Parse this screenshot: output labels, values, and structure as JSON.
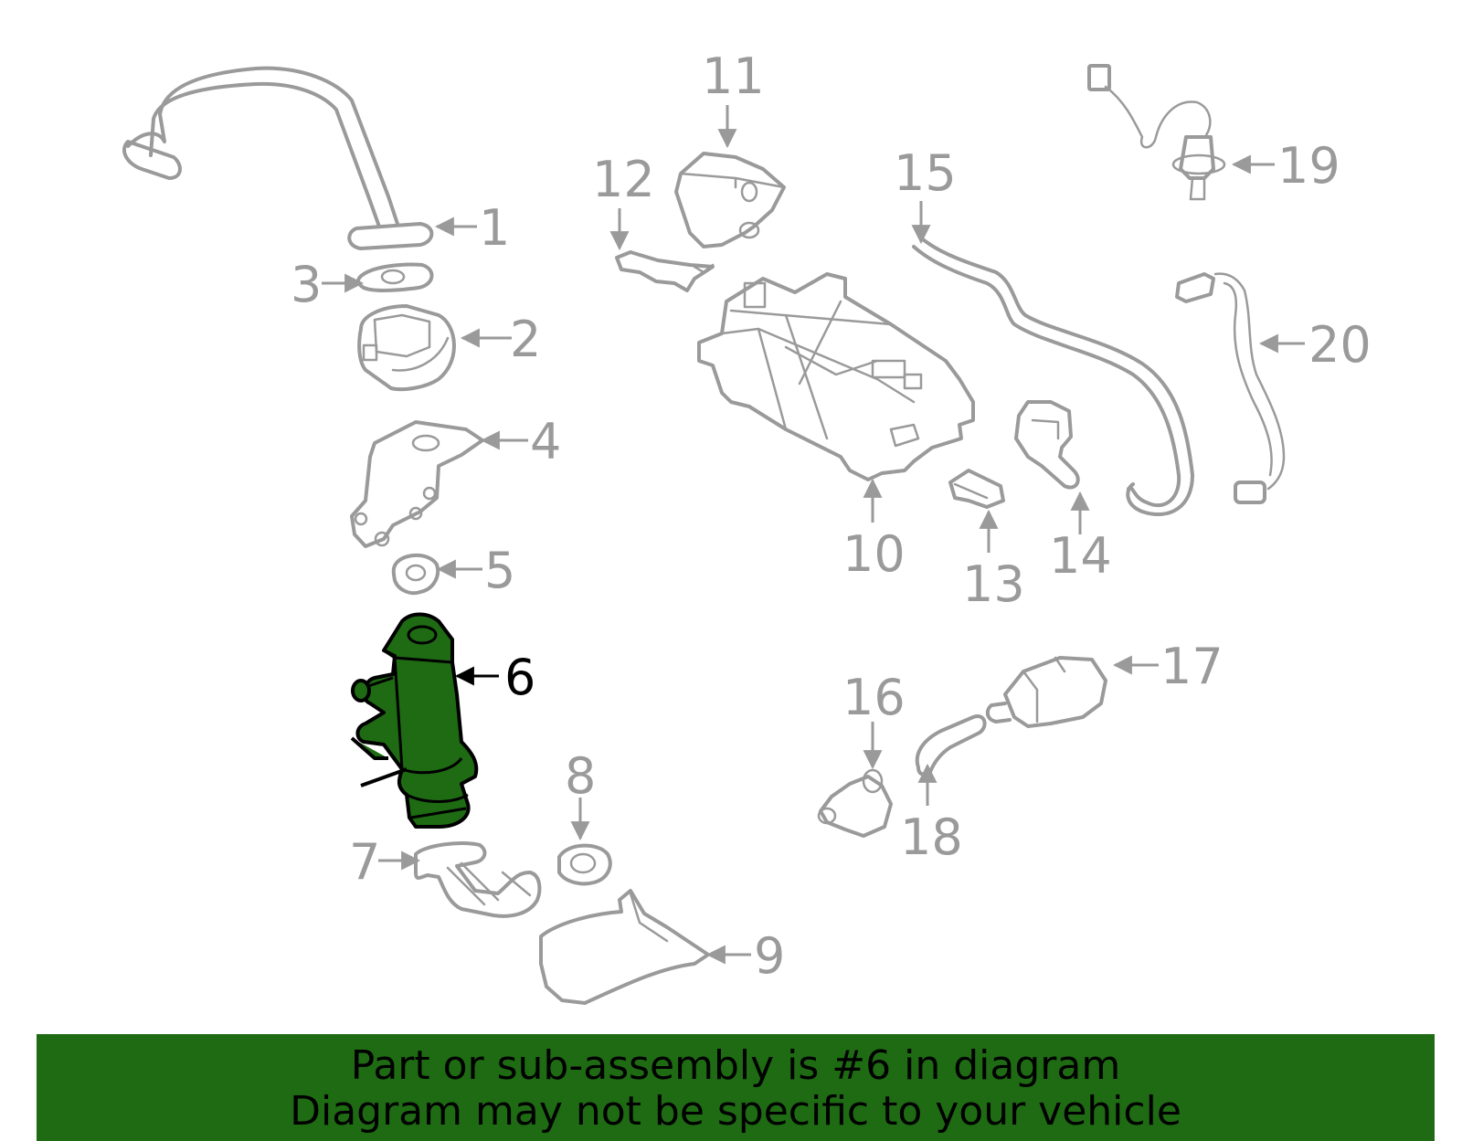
{
  "callouts": [
    "1",
    "2",
    "3",
    "4",
    "5",
    "6",
    "7",
    "8",
    "9",
    "10",
    "11",
    "12",
    "13",
    "14",
    "15",
    "16",
    "17",
    "18",
    "19",
    "20"
  ],
  "highlighted_part": "6",
  "footer": {
    "line1": "Part or sub-assembly is #6 in diagram",
    "line2": "Diagram may not be specific to your vehicle"
  },
  "colors": {
    "highlight": "#1e6b13",
    "lineart": "#9a9a9a",
    "background": "#ffffff"
  }
}
